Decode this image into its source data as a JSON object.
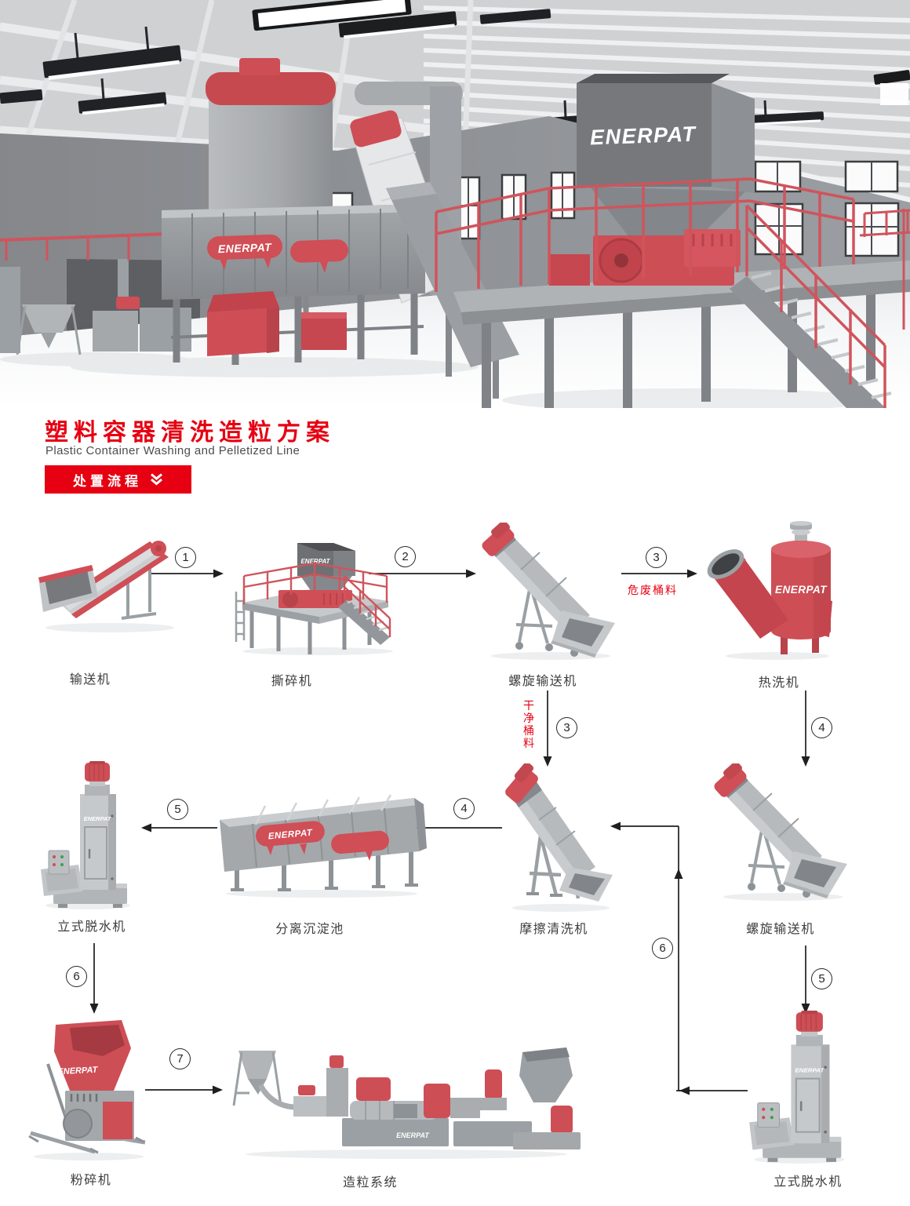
{
  "brand": {
    "name": "ENERPAT",
    "accent_color": "#e60012",
    "machine_red": "#ce4e56"
  },
  "header": {
    "title_cn": "塑料容器清洗造粒方案",
    "title_en": "Plastic Container Washing and Pelletized Line",
    "process_button": "处置流程"
  },
  "flow": {
    "machines": {
      "conveyor": "输送机",
      "shredder": "撕碎机",
      "screw1": "螺旋输送机",
      "hot_washer": "热洗机",
      "dewater1": "立式脱水机",
      "sedimentation": "分离沉淀池",
      "friction": "摩擦清洗机",
      "screw2": "螺旋输送机",
      "crusher": "粉碎机",
      "pelletizing": "造粒系统",
      "dewater2": "立式脱水机"
    },
    "steps": {
      "s1": "1",
      "s2": "2",
      "s3a": "3",
      "s3b": "3",
      "s4a": "4",
      "s4b": "4",
      "s5a": "5",
      "s5b": "5",
      "s6a": "6",
      "s6b": "6",
      "s7": "7"
    },
    "notes": {
      "hazardous": "危废桶料",
      "clean": "干净桶料"
    }
  }
}
